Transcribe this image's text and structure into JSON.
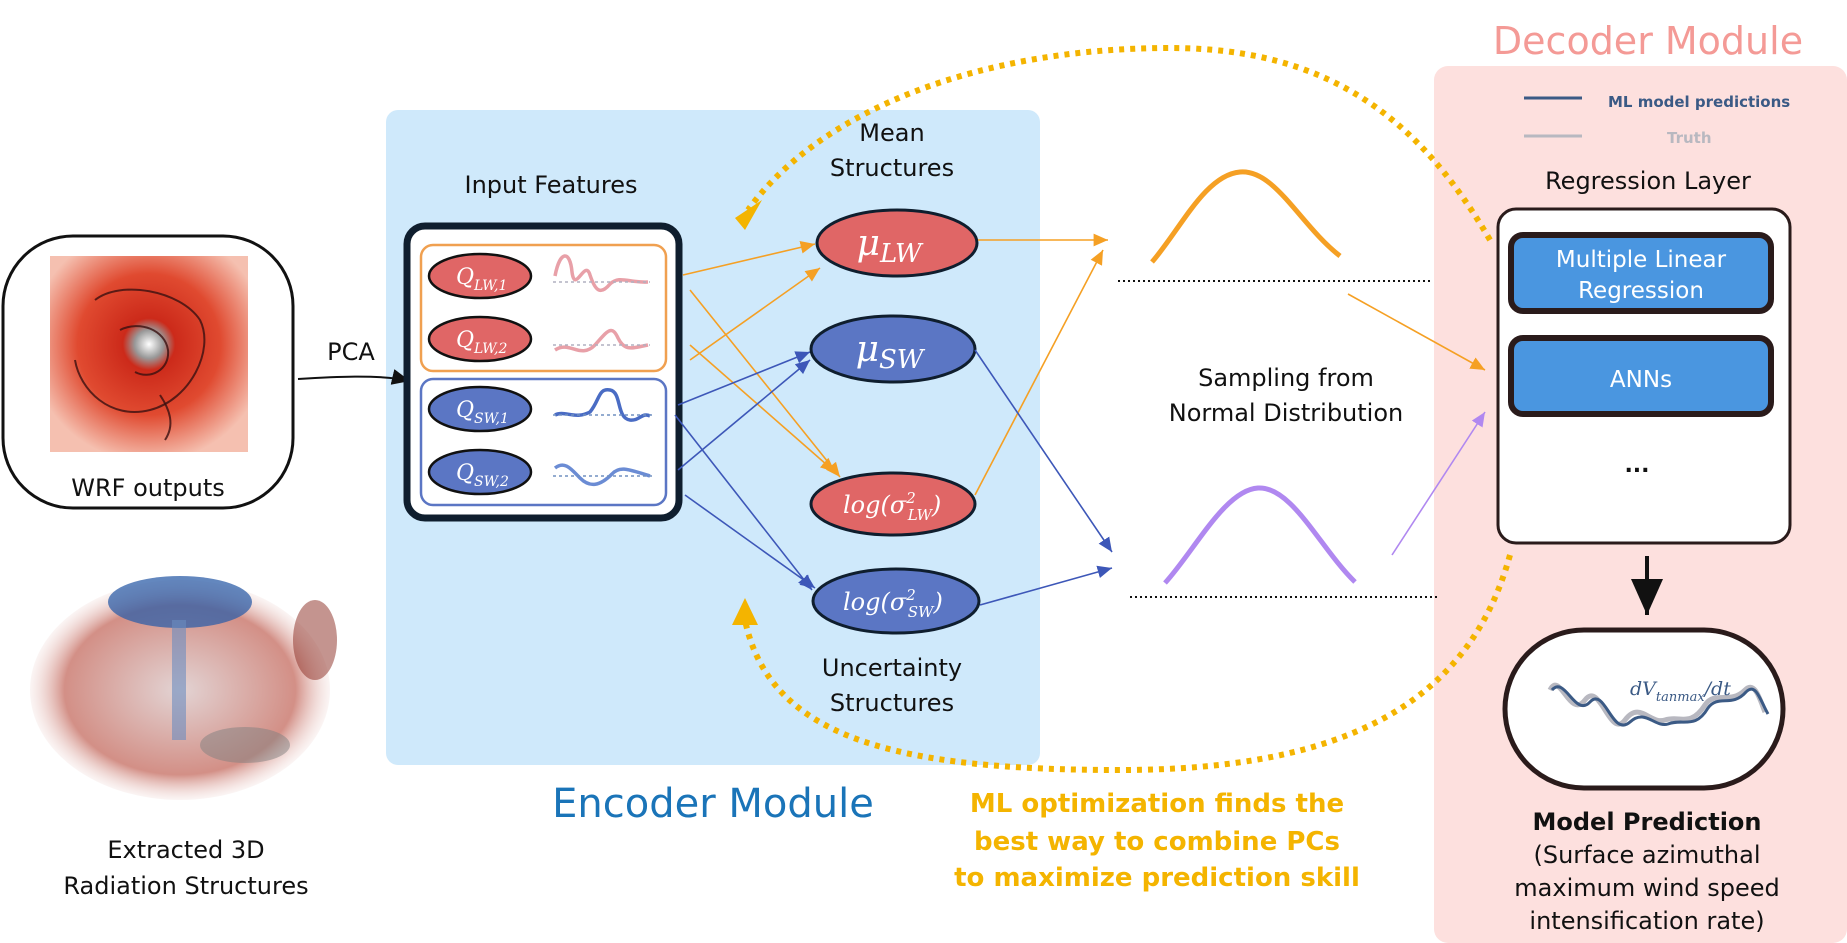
{
  "labels": {
    "wrf_outputs": "WRF outputs",
    "pca": "PCA",
    "extracted_line1": "Extracted 3D",
    "extracted_line2": "Radiation Structures",
    "input_features": "Input Features",
    "mean_line1": "Mean",
    "mean_line2": "Structures",
    "uncertainty_line1": "Uncertainty",
    "uncertainty_line2": "Structures",
    "encoder_module": "Encoder Module",
    "sampling_line1": "Sampling from",
    "sampling_line2": "Normal Distribution",
    "ml_line1": "ML optimization finds the",
    "ml_line2": "best way to combine PCs",
    "ml_line3": "to maximize prediction skill",
    "decoder_module": "Decoder Module",
    "legend_ml": "ML model predictions",
    "legend_truth": "Truth",
    "regression_layer": "Regression Layer",
    "mlr_line1": "Multiple Linear",
    "mlr_line2": "Regression",
    "anns": "ANNs",
    "ellipsis": "...",
    "model_prediction": "Model Prediction",
    "pred_desc1": "(Surface azimuthal",
    "pred_desc2": "maximum wind speed",
    "pred_desc3": "intensification rate)"
  },
  "features": {
    "q_lw1_main": "Q",
    "q_lw1_sub": "LW,1",
    "q_lw2_main": "Q",
    "q_lw2_sub": "LW,2",
    "q_sw1_main": "Q",
    "q_sw1_sub": "SW,1",
    "q_sw2_main": "Q",
    "q_sw2_sub": "SW,2"
  },
  "latent": {
    "mu_lw_main": "μ",
    "mu_lw_sub": "LW",
    "mu_sw_main": "μ",
    "mu_sw_sub": "SW",
    "log_lw_pre": "log(σ",
    "log_lw_sup": "2",
    "log_lw_sub": "LW",
    "log_lw_post": ")",
    "log_sw_pre": "log(σ",
    "log_sw_sup": "2",
    "log_sw_sub": "SW",
    "log_sw_post": ")"
  },
  "prediction_formula": {
    "main": "dV",
    "sub": "tanmax",
    "tail": "/dt"
  },
  "colors": {
    "encoder_bg": "#cfe9fb",
    "decoder_bg": "#fde0de",
    "lw_red": "#e06666",
    "sw_blue": "#5b76c4",
    "orange": "#f5a024",
    "purple": "#b088f0",
    "gold": "#f4b400",
    "encoder_title": "#1a74b8",
    "decoder_title": "#f49a96",
    "button_blue": "#4a96e0"
  }
}
